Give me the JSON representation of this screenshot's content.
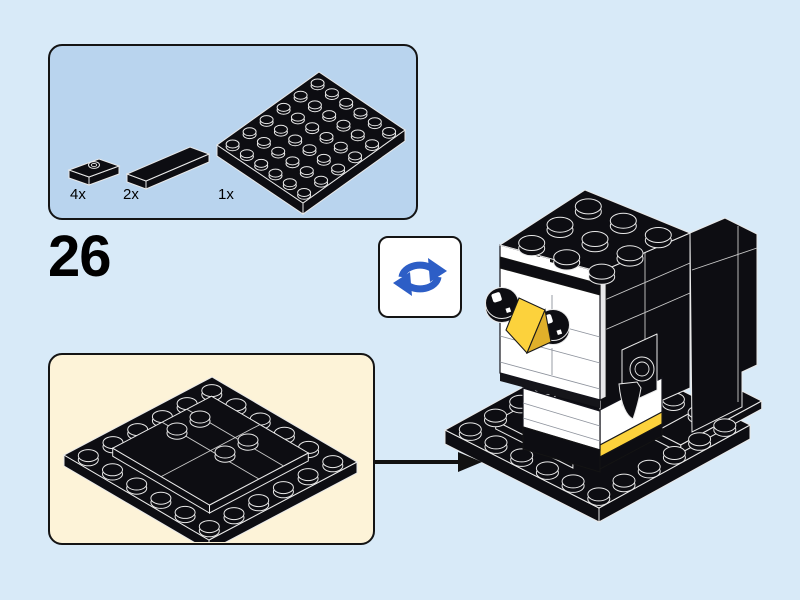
{
  "step": {
    "number": "26"
  },
  "parts_callout": {
    "items": [
      {
        "count": "4x",
        "part": "black-jumper-plate-1x2"
      },
      {
        "count": "2x",
        "part": "black-tile-1x4"
      },
      {
        "count": "1x",
        "part": "black-plate-6x6"
      }
    ]
  },
  "rotate_hint": {
    "icon": "rotate-model-icon"
  },
  "assembly_preview": {
    "icon": "base-subassembly-isometric"
  },
  "model": {
    "icon": "penguin-brickheadz-on-base"
  },
  "arrow": {
    "icon": "attach-direction-arrow"
  },
  "colors": {
    "page-bg": "#d8eaf8",
    "callout-bg": "#b9d4ee",
    "assembly-bg": "#fdf3d8",
    "part-black": "#0d0d12",
    "line-on-black": "#e9e9e9",
    "part-white": "#ffffff",
    "part-yellow": "#fcd23c",
    "part-yellow-dark": "#e0b02a",
    "icon-blue": "#2d5ec6"
  }
}
